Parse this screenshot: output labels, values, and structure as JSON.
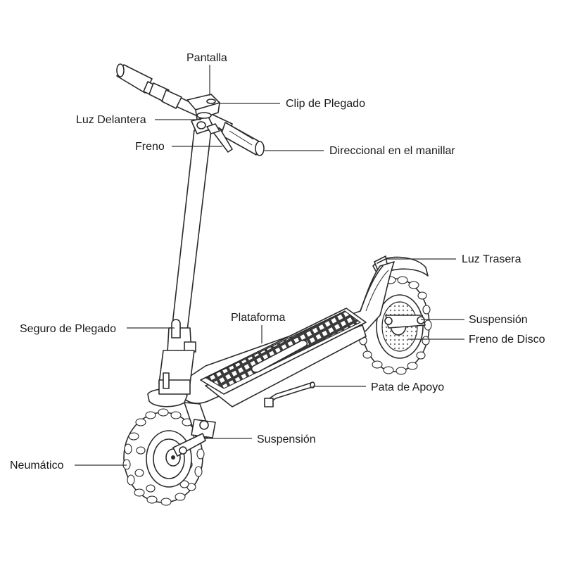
{
  "labels": {
    "pantalla": "Pantalla",
    "clip_plegado": "Clip de Plegado",
    "luz_delantera": "Luz Delantera",
    "freno": "Freno",
    "direccional": "Direccional en el manillar",
    "luz_trasera": "Luz Trasera",
    "suspension_trasera": "Suspensión",
    "freno_disco": "Freno de Disco",
    "plataforma": "Plataforma",
    "seguro_plegado": "Seguro de Plegado",
    "pata_apoyo": "Pata de Apoyo",
    "suspension_delantera": "Suspensión",
    "neumatico": "Neumático"
  },
  "colors": {
    "line": "#2a2a2a",
    "text": "#1a1a1a",
    "background": "#ffffff",
    "deck_grip": "#3a3a3a"
  }
}
